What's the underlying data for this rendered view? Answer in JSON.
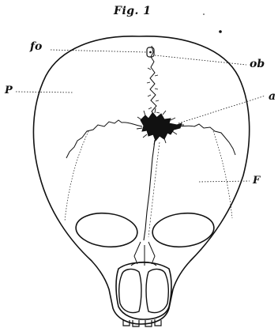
{
  "figure": {
    "title": "Fig. 1",
    "labels": {
      "fo": "fo",
      "ob": "ob",
      "p": "P",
      "a": "a",
      "f": "F"
    }
  },
  "colors": {
    "ink": "#111111",
    "background": "#ffffff"
  }
}
